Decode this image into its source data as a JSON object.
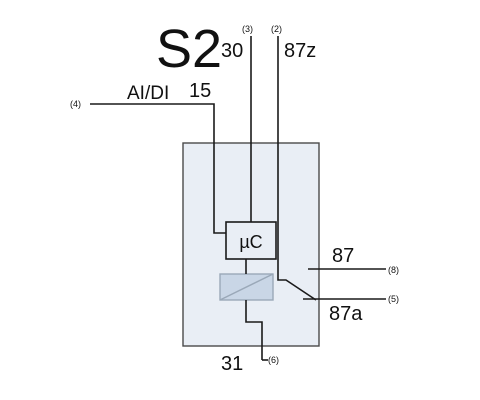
{
  "module": {
    "name": "S2"
  },
  "terminals": {
    "t30": "30",
    "t87z": "87z",
    "t15": "15",
    "aidi": "AI/DI",
    "t87": "87",
    "t87a": "87a",
    "t31": "31"
  },
  "pins": {
    "p3": "(3)",
    "p2": "(2)",
    "p4": "(4)",
    "p8": "(8)",
    "p5": "(5)",
    "p6": "(6)"
  },
  "controller": {
    "label": "µC"
  },
  "colors": {
    "housing_fill": "#e9eef5",
    "housing_stroke": "#4a4a4a",
    "coil_fill": "#c9d6e6",
    "coil_stroke": "#9aa8b8",
    "wire": "#1a1a1a"
  }
}
